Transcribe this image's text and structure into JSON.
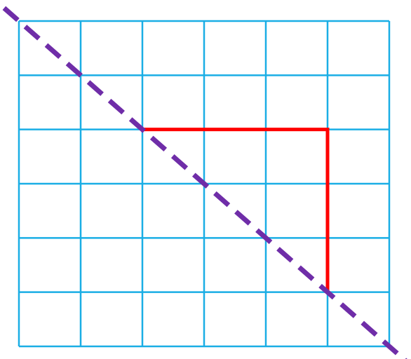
{
  "grid": {
    "columns": 6,
    "rows": 6,
    "line_color": "#1aaee5"
  },
  "diagonal": {
    "style": "dashed",
    "color": "#6f2da8",
    "from_grid": [
      0,
      0
    ],
    "to_grid": [
      6,
      6
    ],
    "extends_beyond_grid": true
  },
  "path": {
    "color": "#ff0000",
    "points_grid": [
      [
        2,
        2
      ],
      [
        5,
        2
      ],
      [
        5,
        5
      ]
    ]
  }
}
